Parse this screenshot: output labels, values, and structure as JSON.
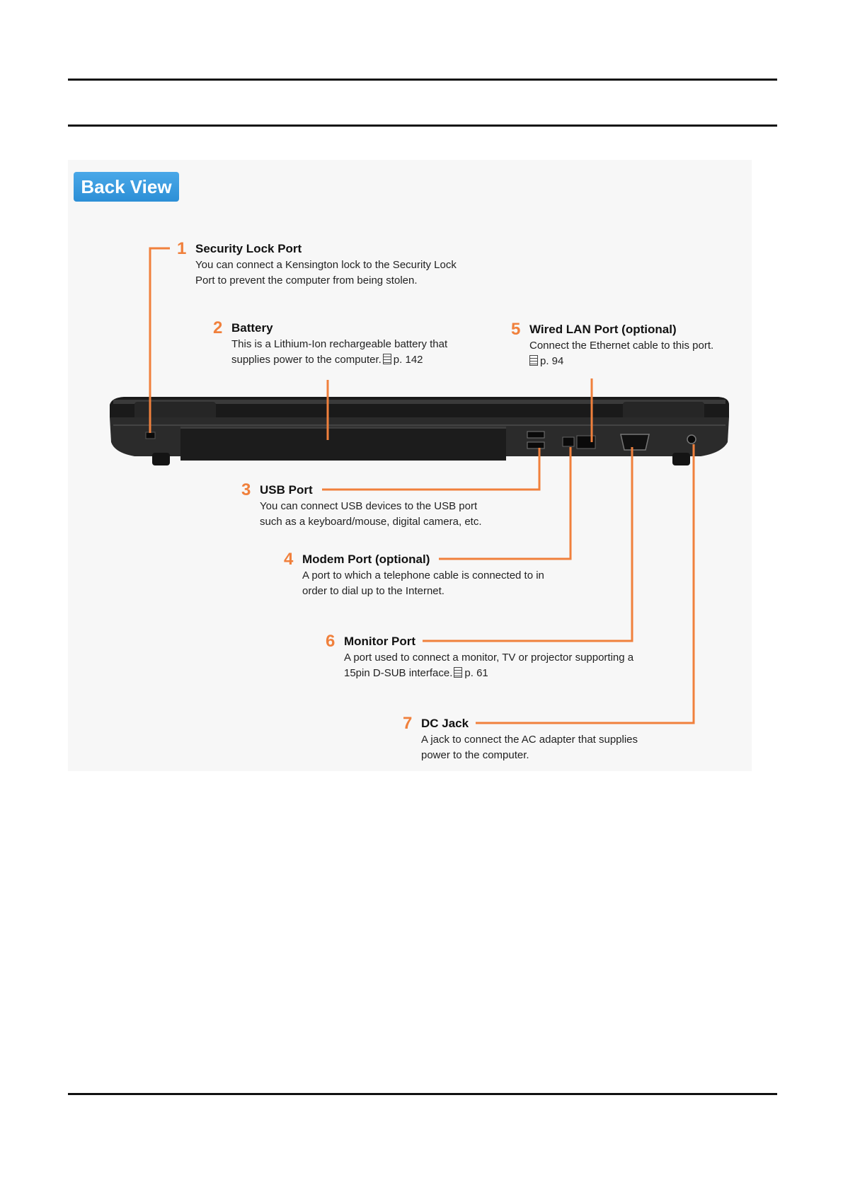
{
  "section_label": "Back View",
  "colors": {
    "accent": "#f0803c",
    "badge": "#2c8fd6"
  },
  "callouts": [
    {
      "num": "1",
      "title": "Security Lock Port",
      "desc_1": "You can connect a Kensington lock to the Security Lock",
      "desc_2": "Port to prevent the computer from being stolen."
    },
    {
      "num": "2",
      "title": "Battery",
      "desc_1": "This is a Lithium-Ion rechargeable battery that",
      "desc_2": "supplies power to the computer.",
      "ref": "p. 142"
    },
    {
      "num": "3",
      "title": "USB Port",
      "desc_1": "You can connect USB devices to the USB port",
      "desc_2": "such as a keyboard/mouse, digital camera, etc."
    },
    {
      "num": "4",
      "title": "Modem Port (optional)",
      "desc_1": "A port to which a telephone cable is connected to in",
      "desc_2": "order to dial up to the Internet."
    },
    {
      "num": "5",
      "title": "Wired LAN Port (optional)",
      "desc_1": "Connect the Ethernet cable to this port.",
      "ref": "p. 94"
    },
    {
      "num": "6",
      "title": "Monitor Port",
      "desc_1": "A port used to connect a monitor, TV or projector supporting a",
      "desc_2": "15pin D-SUB interface.",
      "ref": "p. 61"
    },
    {
      "num": "7",
      "title": "DC Jack",
      "desc_1": "A jack to connect the AC adapter that supplies",
      "desc_2": "power to the computer."
    }
  ]
}
